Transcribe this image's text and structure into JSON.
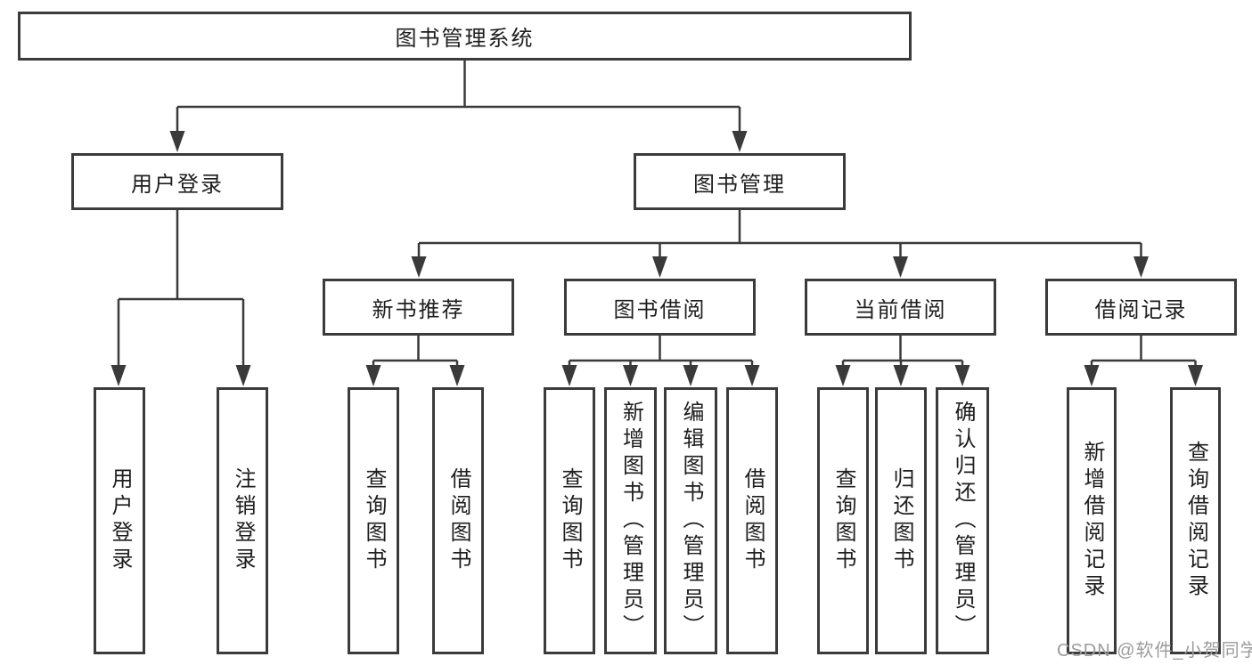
{
  "tree": {
    "label": "图书管理系统",
    "children": [
      {
        "label": "用户登录",
        "children": [
          {
            "label": "用户登录"
          },
          {
            "label": "注销登录"
          }
        ]
      },
      {
        "label": "图书管理",
        "children": [
          {
            "label": "新书推荐",
            "children": [
              {
                "label": "查询图书"
              },
              {
                "label": "借阅图书"
              }
            ]
          },
          {
            "label": "图书借阅",
            "children": [
              {
                "label": "查询图书"
              },
              {
                "label": "新增图书（管理员）"
              },
              {
                "label": "编辑图书（管理员）"
              },
              {
                "label": "借阅图书"
              }
            ]
          },
          {
            "label": "当前借阅",
            "children": [
              {
                "label": "查询图书"
              },
              {
                "label": "归还图书"
              },
              {
                "label": "确认归还（管理员）"
              }
            ]
          },
          {
            "label": "借阅记录",
            "children": [
              {
                "label": "新增借阅记录"
              },
              {
                "label": "查询借阅记录"
              }
            ]
          }
        ]
      }
    ]
  },
  "watermark": "CSDN @软件_小贺同学",
  "colors": {
    "line": "#3a3a3a",
    "box_border": "#3b3b3b",
    "text": "#1e1e1e",
    "watermark": "#9c9c9c",
    "background": "#ffffff"
  }
}
